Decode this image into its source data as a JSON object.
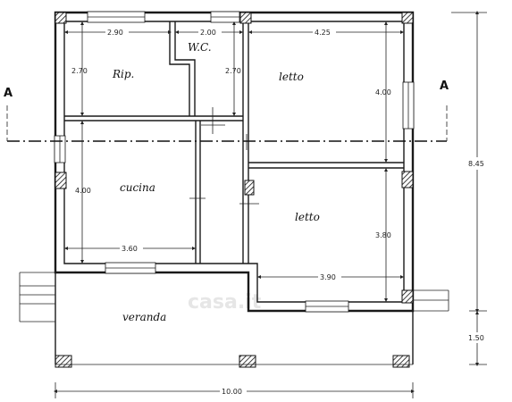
{
  "plan": {
    "rooms": {
      "ripostiglio": "Rip.",
      "wc": "W.C.",
      "letto_top": "letto",
      "cucina": "cucina",
      "letto_bottom": "letto",
      "veranda": "veranda"
    },
    "dimensions": {
      "rip_width": "2.90",
      "wc_width": "2.00",
      "letto_top_width": "4.25",
      "rip_height": "2.70",
      "wc_height": "2.70",
      "letto_top_height": "4.00",
      "cucina_height": "4.00",
      "cucina_width": "3.60",
      "letto_bottom_height": "3.80",
      "letto_bottom_width": "3.90",
      "total_height": "8.45",
      "veranda_depth": "1.50",
      "total_width": "10.00"
    },
    "section_marks": {
      "left": "A",
      "right": "A"
    },
    "watermark": "casa.it"
  }
}
